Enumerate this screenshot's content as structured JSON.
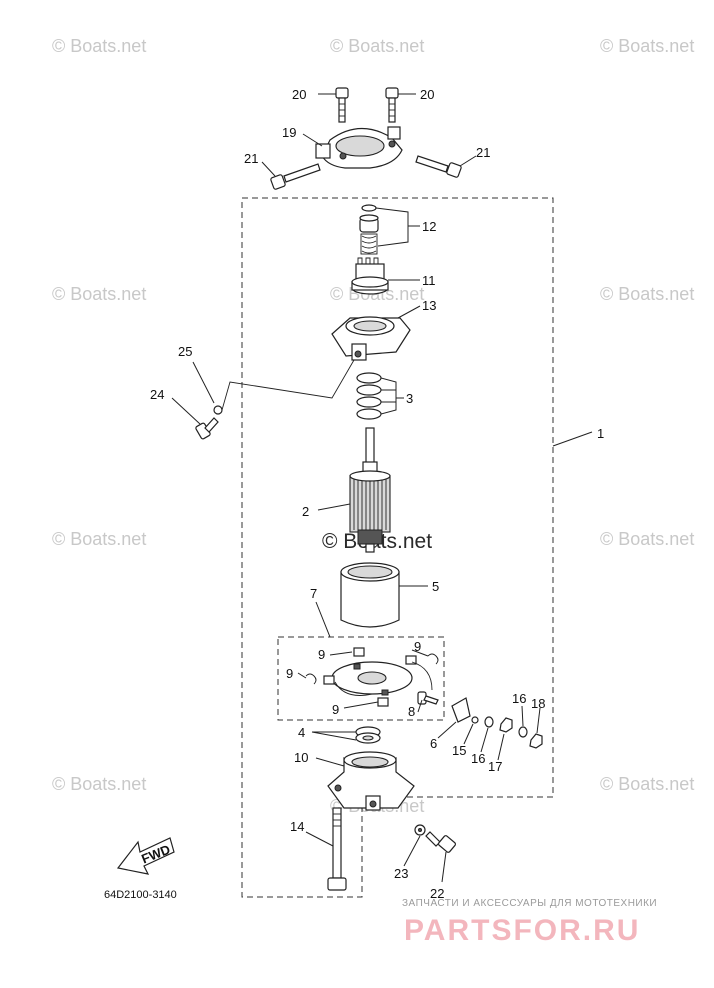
{
  "watermark_text": "© Boats.net",
  "center_watermark_text": "© Boats.net",
  "diagram_code": "64D2100-3140",
  "direction_arrow_label": "FWD",
  "banner": {
    "tagline": "ЗАПЧАСТИ И АКСЕССУАРЫ ДЛЯ МОТОТЕХНИКИ",
    "brand": "PARTSFOR.RU"
  },
  "callouts": {
    "c1": "1",
    "c2": "2",
    "c3": "3",
    "c4": "4",
    "c5": "5",
    "c6": "6",
    "c7": "7",
    "c8": "8",
    "c9a": "9",
    "c9b": "9",
    "c9c": "9",
    "c9d": "9",
    "c10": "10",
    "c11": "11",
    "c12": "12",
    "c13": "13",
    "c14": "14",
    "c15": "15",
    "c16a": "16",
    "c16b": "16",
    "c17": "17",
    "c18": "18",
    "c19": "19",
    "c20a": "20",
    "c20b": "20",
    "c21a": "21",
    "c21b": "21",
    "c22": "22",
    "c23": "23",
    "c24": "24",
    "c25": "25"
  },
  "colors": {
    "banner_brand": "#f3b6bd",
    "watermark": "#c8c8c8"
  }
}
